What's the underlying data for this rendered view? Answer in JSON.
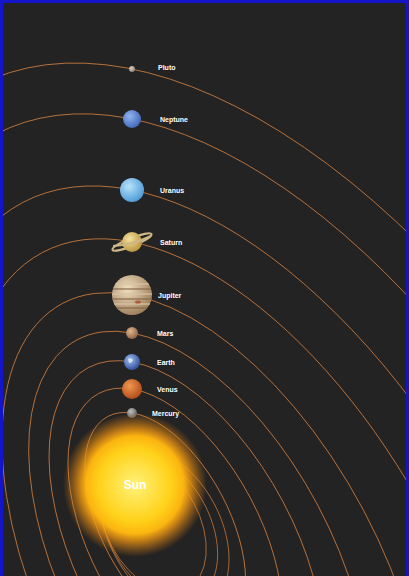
{
  "diagram": {
    "nodes": [
      {
        "text": [
          "Pluto"
        ]
      },
      {
        "text": [
          "Neptune"
        ]
      },
      {
        "text": [
          "Uranus"
        ]
      },
      {
        "text": [
          "Saturn"
        ]
      },
      {
        "text": [
          "Jupiter"
        ]
      },
      {
        "text": [
          "Mars"
        ]
      },
      {
        "text": [
          "Earth"
        ]
      },
      {
        "text": [
          "Venus"
        ]
      },
      {
        "text": [
          "Mercury"
        ]
      },
      {
        "text": [
          "Sun"
        ]
      }
    ]
  }
}
